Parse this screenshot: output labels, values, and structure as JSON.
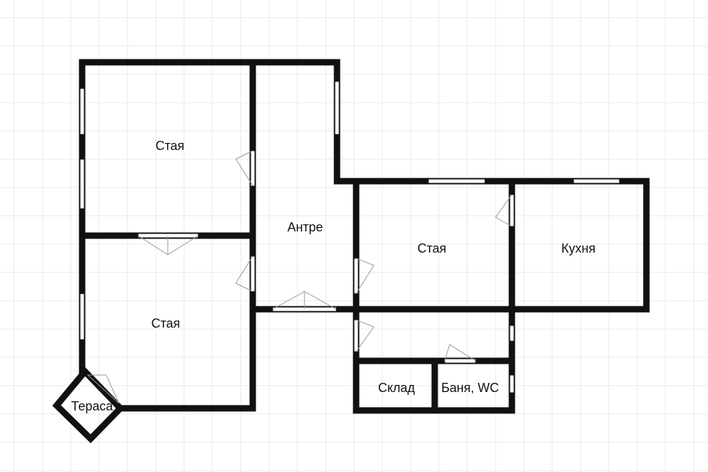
{
  "rooms": {
    "room_top_left": "Стая",
    "hall": "Антре",
    "room_middle": "Стая",
    "kitchen": "Кухня",
    "room_bottom_left": "Стая",
    "storage": "Склад",
    "bathroom": "Баня, WC",
    "terrace": "Тераса"
  },
  "colors": {
    "wall": "#111111",
    "grid": "#e8e8e8"
  }
}
